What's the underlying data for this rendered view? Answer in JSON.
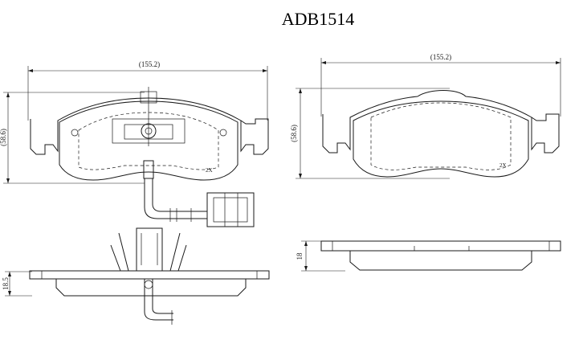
{
  "title": "ADB1514",
  "front_view": {
    "width_label": "(155.2)",
    "height_label": "(58.6)",
    "qty_label": "2X"
  },
  "back_view": {
    "width_label": "(155.2)",
    "height_label": "(58.6)",
    "qty_label": "2X"
  },
  "side_view_left": {
    "thickness_label": "18.5"
  },
  "side_view_right": {
    "thickness_label": "18"
  }
}
